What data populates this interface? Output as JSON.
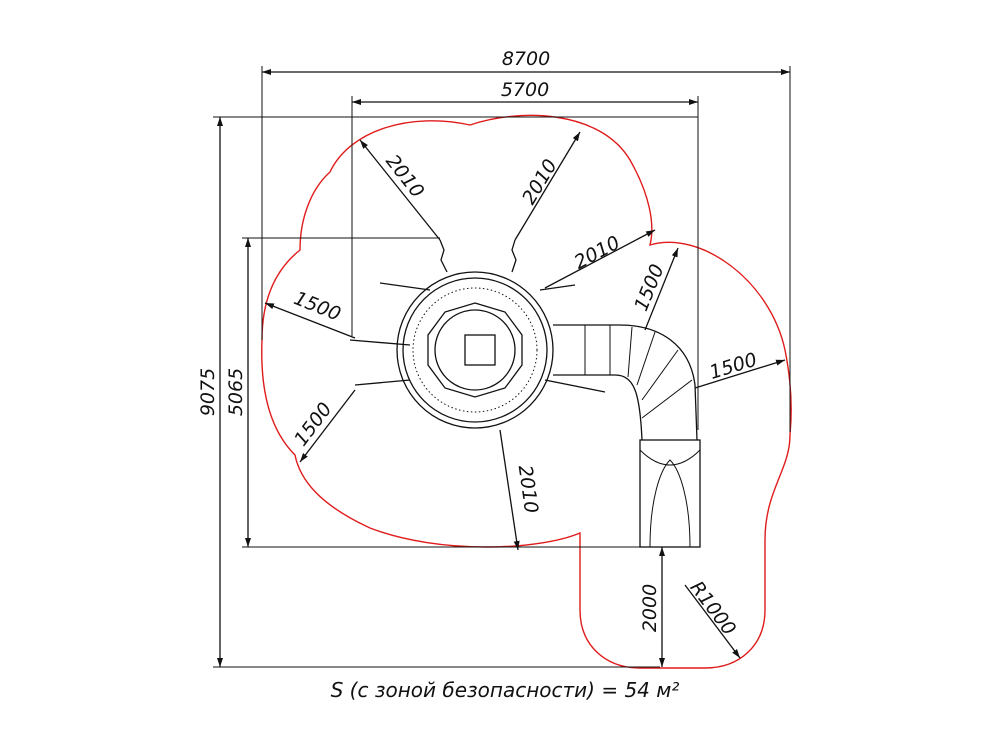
{
  "dimensions": {
    "overall_width": "8700",
    "equipment_width": "5700",
    "overall_height": "9075",
    "equipment_height": "5065",
    "radial_top_left": "2010",
    "radial_top": "2010",
    "radial_right_top": "2010",
    "radial_bottom": "2010",
    "left_top": "1500",
    "left_bottom": "1500",
    "slide_top": "1500",
    "slide_right": "1500",
    "slide_exit": "2000",
    "slide_radius": "R1000"
  },
  "caption": "S (с зоной безопасности) = 54 м²",
  "colors": {
    "safety_zone": "#e01b1b",
    "lines": "#111111"
  }
}
